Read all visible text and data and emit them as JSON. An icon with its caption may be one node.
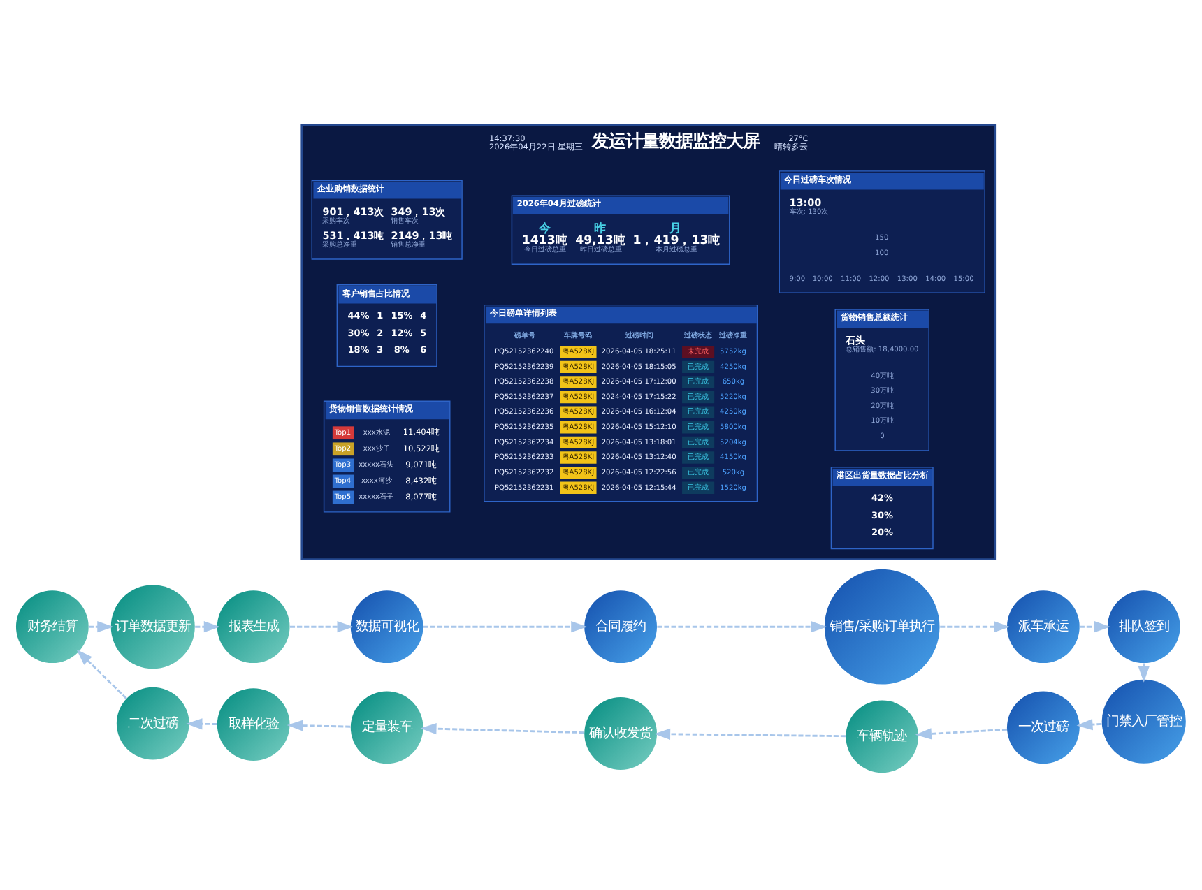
{
  "diagram": {
    "nodes": [
      {
        "text": [
          "数据可视化"
        ]
      },
      {
        "text": [
          "合同履约"
        ]
      },
      {
        "text": [
          "销售/采购订单执行"
        ]
      },
      {
        "text": [
          "派车承运"
        ]
      },
      {
        "text": [
          "排队签到"
        ]
      },
      {
        "text": [
          "门禁入厂管控"
        ]
      },
      {
        "text": [
          "一次过磅"
        ]
      },
      {
        "text": [
          "车辆轨迹"
        ]
      },
      {
        "text": [
          "确认收发货"
        ]
      },
      {
        "text": [
          "定量装车"
        ]
      },
      {
        "text": [
          "取样化验"
        ]
      },
      {
        "text": [
          "二次过磅"
        ]
      },
      {
        "text": [
          "财务结算"
        ]
      },
      {
        "text": [
          "订单数据更新"
        ]
      },
      {
        "text": [
          "报表生成"
        ]
      },
      {
        "text": [
          "14:37:30",
          "2026年04月22日 星期三",
          "发运计量数据监控大屏",
          "27°C",
          "晴转多云"
        ]
      },
      {
        "text": [
          "企业购销数据统计",
          "901，413次",
          "采购车次",
          "349，13次",
          "销售车次",
          "531，413吨",
          "采购总净重",
          "2149，13吨",
          "销售总净重"
        ],
        "in": 15
      },
      {
        "text": [
          "客户销售占比情况",
          "44%",
          "1",
          "15%",
          "4",
          "30%",
          "2",
          "12%",
          "5",
          "18%",
          "3",
          "8%",
          "6"
        ],
        "in": 15
      },
      {
        "text": [
          "货物销售数据统计情况",
          "Top1",
          "xxx水泥",
          "11,404吨",
          "Top2",
          "xxx沙子",
          "10,522吨",
          "Top3",
          "xxxxx石头",
          "9,071吨",
          "Top4",
          "xxxx河沙",
          "8,432吨",
          "Top5",
          "xxxxx石子",
          "8,077吨"
        ],
        "in": 15
      },
      {
        "text": [
          "2026年04月过磅统计",
          "今",
          "1413吨",
          "今日过磅总重",
          "昨",
          "49,13吨",
          "昨日过磅总重",
          "月",
          "1，419，13吨",
          "本月过磅总重"
        ],
        "in": 15
      },
      {
        "text": [
          "今日磅单详情列表",
          "磅单号",
          "车牌号码",
          "过磅时间",
          "过磅状态",
          "过磅净重",
          "PQ52152362240",
          "粤A528KJ",
          "2026-04-05 18:25:11",
          "未完成",
          "5752kg",
          "PQ52152362239",
          "粤A528KJ",
          "2026-04-05 18:15:05",
          "已完成",
          "4250kg",
          "PQ52152362238",
          "粤A528KJ",
          "2026-04-05 17:12:00",
          "已完成",
          "650kg",
          "PQ52152362237",
          "粤A528KJ",
          "2024-04-05 17:15:22",
          "已完成",
          "5220kg",
          "PQ52152362236",
          "粤A528KJ",
          "2026-04-05 16:12:04",
          "已完成",
          "4250kg",
          "PQ52152362235",
          "粤A528KJ",
          "2026-04-05 15:12:10",
          "已完成",
          "5800kg",
          "PQ52152362234",
          "粤A528KJ",
          "2026-04-05 13:18:01",
          "已完成",
          "5204kg",
          "PQ52152362233",
          "粤A528KJ",
          "2026-04-05 13:12:40",
          "已完成",
          "4150kg",
          "PQ52152362232",
          "粤A528KJ",
          "2026-04-05 12:22:56",
          "已完成",
          "520kg",
          "PQ52152362231",
          "粤A528KJ",
          "2026-04-05 12:15:44",
          "已完成",
          "1520kg"
        ],
        "in": 15
      },
      {
        "text": [
          "今日过磅车次情况",
          "13:00",
          "车次: 130次",
          "150",
          "100",
          "9:00",
          "10:00",
          "11:00",
          "12:00",
          "13:00",
          "14:00",
          "15:00"
        ],
        "in": 15
      },
      {
        "text": [
          "货物销售总额统计",
          "石头",
          "总销售额: 18,4000.00",
          "40万吨",
          "30万吨",
          "20万吨",
          "10万吨",
          "0"
        ],
        "in": 15
      },
      {
        "text": [
          "港区出货量数据占比分析",
          "42%",
          "30%",
          "20%"
        ],
        "in": 15
      }
    ],
    "edges": [
      {
        "from": 0,
        "to": 1,
        "arrow": "to",
        "style": "dashed"
      },
      {
        "from": 1,
        "to": 2,
        "arrow": "to",
        "style": "dashed"
      },
      {
        "from": 2,
        "to": 3,
        "arrow": "to",
        "style": "dashed"
      },
      {
        "from": 3,
        "to": 4,
        "arrow": "to",
        "style": "dashed"
      },
      {
        "from": 4,
        "to": 5,
        "arrow": "to",
        "style": "dashed"
      },
      {
        "from": 5,
        "to": 6,
        "arrow": "to",
        "style": "dashed"
      },
      {
        "from": 6,
        "to": 7,
        "arrow": "to",
        "style": "dashed"
      },
      {
        "from": 7,
        "to": 8,
        "arrow": "to",
        "style": "dashed"
      },
      {
        "from": 8,
        "to": 9,
        "arrow": "to",
        "style": "dashed"
      },
      {
        "from": 9,
        "to": 10,
        "arrow": "to",
        "style": "dashed"
      },
      {
        "from": 10,
        "to": 11,
        "arrow": "to",
        "style": "dashed"
      },
      {
        "from": 11,
        "to": 12,
        "arrow": "to",
        "style": "dashed"
      },
      {
        "from": 12,
        "to": 13,
        "arrow": "to",
        "style": "dashed"
      },
      {
        "from": 13,
        "to": 14,
        "arrow": "to",
        "style": "dashed"
      },
      {
        "from": 14,
        "to": 0,
        "arrow": "to",
        "style": "dashed"
      }
    ]
  }
}
